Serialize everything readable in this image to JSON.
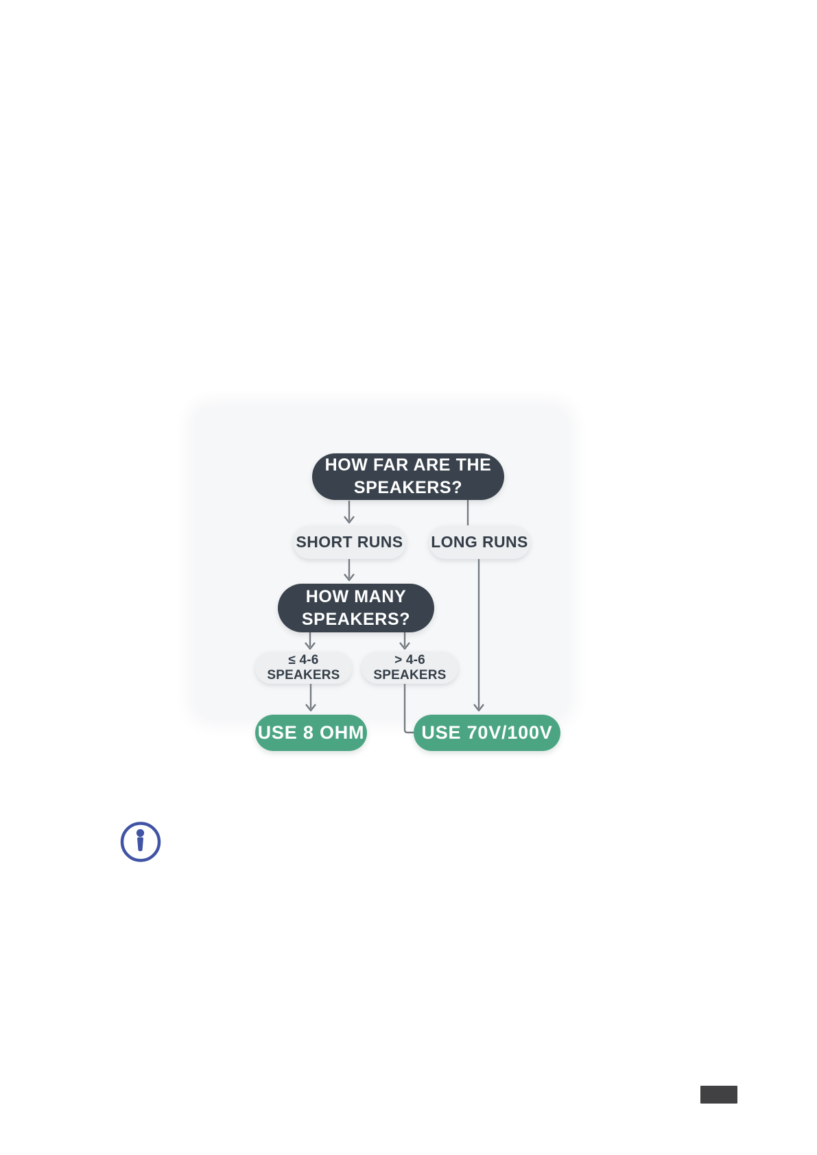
{
  "page": {
    "background_color": "#ffffff",
    "type": "manual-page-with-flowchart"
  },
  "flowchart": {
    "panel_color": "#f6f7f8",
    "colors": {
      "question_node": "#3a434d",
      "branch_node": "#edeff1",
      "result_node": "#4ba583",
      "connector": "#757b82",
      "question_text": "#ffffff",
      "branch_text": "#343d47",
      "result_text": "#ffffff"
    },
    "nodes": {
      "question_distance": "HOW FAR ARE THE\nSPEAKERS?",
      "branch_short": "SHORT RUNS",
      "branch_long": "LONG RUNS",
      "question_count": "HOW MANY\nSPEAKERS?",
      "branch_few": "≤ 4-6 SPEAKERS",
      "branch_many": "> 4-6 SPEAKERS",
      "result_8ohm": "USE 8 OHM",
      "result_70v": "USE 70V/100V"
    },
    "edges": [
      {
        "from": "question_distance",
        "to": "branch_short",
        "arrow": true
      },
      {
        "from": "question_distance",
        "to": "branch_long",
        "arrow": false
      },
      {
        "from": "branch_short",
        "to": "question_count",
        "arrow": true
      },
      {
        "from": "question_count",
        "to": "branch_few",
        "arrow": true
      },
      {
        "from": "question_count",
        "to": "branch_many",
        "arrow": true
      },
      {
        "from": "branch_few",
        "to": "result_8ohm",
        "arrow": true
      },
      {
        "from": "branch_long",
        "to": "result_70v",
        "arrow": true
      },
      {
        "from": "branch_many",
        "to": "result_70v",
        "arrow": false,
        "style": "elbow"
      }
    ]
  },
  "icons": {
    "info": {
      "name": "info-icon",
      "color": "#4053a5"
    }
  },
  "footer": {
    "badge_color": "#414042"
  }
}
